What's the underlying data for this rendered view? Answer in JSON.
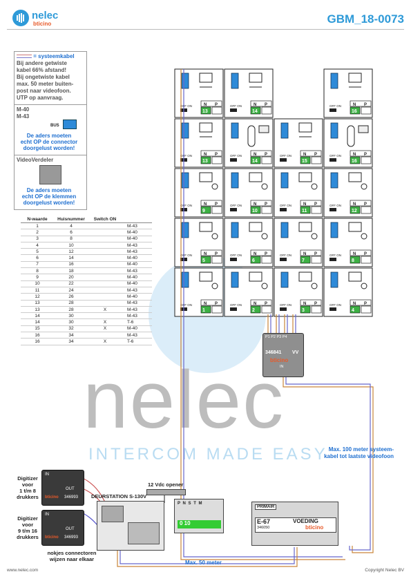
{
  "header": {
    "title": "GBM_18-0073",
    "logo_text": "nelec",
    "logo_sub": "bticino"
  },
  "legend": {
    "cable_label": "= systeemkabel",
    "lines": [
      "Bij andere getwiste",
      "kabel 66% afstand!",
      "Bij ongetwiste kabel",
      "max. 50 meter buiten-",
      "post naar videofoon.",
      "UTP op aanvraag."
    ]
  },
  "connector_note": {
    "models": [
      "M-40",
      "M-43"
    ],
    "bus_label": "BUS",
    "warning": [
      "De aders moeten",
      "echt OP de connector",
      "doorgelust worden!"
    ]
  },
  "vv_note": {
    "title": "VideoVerdeler",
    "warning": [
      "De aders moeten",
      "echt OP de klemmen",
      "doorgelust worden!"
    ]
  },
  "table": {
    "headers": [
      "N-waarde",
      "Huisnummer",
      "Switch ON",
      ""
    ],
    "rows": [
      [
        "1",
        "4",
        "",
        "M-43"
      ],
      [
        "2",
        "6",
        "",
        "M-40"
      ],
      [
        "3",
        "8",
        "",
        "M-40"
      ],
      [
        "4",
        "10",
        "",
        "M-43"
      ],
      [
        "5",
        "12",
        "",
        "M-43"
      ],
      [
        "6",
        "14",
        "",
        "M-40"
      ],
      [
        "7",
        "16",
        "",
        "M-40"
      ],
      [
        "8",
        "18",
        "",
        "M-43"
      ],
      [
        "9",
        "20",
        "",
        "M-40"
      ],
      [
        "10",
        "22",
        "",
        "M-40"
      ],
      [
        "11",
        "24",
        "",
        "M-43"
      ],
      [
        "12",
        "26",
        "",
        "M-40"
      ],
      [
        "13",
        "28",
        "",
        "M-43"
      ],
      [
        "13",
        "28",
        "X",
        "M-43"
      ],
      [
        "14",
        "30",
        "",
        "M-43"
      ],
      [
        "14",
        "30",
        "X",
        "T-6"
      ],
      [
        "15",
        "32",
        "X",
        "M-40"
      ],
      [
        "16",
        "34",
        "",
        "M-43"
      ],
      [
        "16",
        "34",
        "X",
        "T-6"
      ]
    ]
  },
  "grid": {
    "off_on": "OFF ON",
    "n_label": "N",
    "p_label": "P",
    "cells": [
      {
        "row": 0,
        "col": 0,
        "n": "13",
        "type": "M-40"
      },
      {
        "row": 0,
        "col": 1,
        "n": "14",
        "type": "M-40"
      },
      {
        "row": 0,
        "col": 3,
        "n": "16",
        "type": "M-40"
      },
      {
        "row": 1,
        "col": 0,
        "n": "13",
        "type": "M-40"
      },
      {
        "row": 1,
        "col": 1,
        "n": "14",
        "type": "T-6"
      },
      {
        "row": 1,
        "col": 2,
        "n": "15",
        "type": "M-40"
      },
      {
        "row": 1,
        "col": 3,
        "n": "16",
        "type": "T-6"
      },
      {
        "row": 2,
        "col": 0,
        "n": "9",
        "type": "M-43"
      },
      {
        "row": 2,
        "col": 1,
        "n": "10",
        "type": "M-43"
      },
      {
        "row": 2,
        "col": 2,
        "n": "11",
        "type": "M-43"
      },
      {
        "row": 2,
        "col": 3,
        "n": "12",
        "type": "M-43"
      },
      {
        "row": 3,
        "col": 0,
        "n": "5",
        "type": "M-43"
      },
      {
        "row": 3,
        "col": 1,
        "n": "6",
        "type": "M-43"
      },
      {
        "row": 3,
        "col": 2,
        "n": "7",
        "type": "M-43"
      },
      {
        "row": 3,
        "col": 3,
        "n": "8",
        "type": "M-43"
      },
      {
        "row": 4,
        "col": 0,
        "n": "1",
        "type": "M-43"
      },
      {
        "row": 4,
        "col": 1,
        "n": "2",
        "type": "M-43"
      },
      {
        "row": 4,
        "col": 2,
        "n": "3",
        "type": "M-43"
      },
      {
        "row": 4,
        "col": 3,
        "n": "4",
        "type": "M-43"
      }
    ]
  },
  "video_distributor": {
    "ports": "P1 P2 P3 P4",
    "code": "346841",
    "vv": "VV",
    "brand": "bticino",
    "in": "IN"
  },
  "watermark": {
    "big": "nelec",
    "tagline": "INTERCOM MADE EASY"
  },
  "annotations": {
    "max100": [
      "Max. 100 meter systeem-",
      "kabel tot laatste videofoon"
    ],
    "max50": "Max. 50 meter",
    "opener": "12 Vdc opener",
    "deurstation": "DEURSTATION S-130V",
    "digitizer1": [
      "Digitizer",
      "voor",
      "1 t/m 8",
      "drukkers"
    ],
    "digitizer2": [
      "Digitizer",
      "voor",
      "9 t/m 16",
      "drukkers"
    ],
    "nokjes": [
      "nokjes connectoren",
      "wijzen naar elkaar"
    ],
    "dig_code1": "346993",
    "dig_code2": "346993",
    "in_label": "IN",
    "out_label": "OUT"
  },
  "psu": {
    "primair": "PRIMAIR",
    "model": "E-67",
    "voeding": "VOEDING",
    "code": "346050",
    "brand": "bticino"
  },
  "dip": {
    "labels": "P N S T M",
    "value": "0 10"
  },
  "footer": {
    "left": "www.nelec.com",
    "right": "Copyright Nelec BV"
  }
}
